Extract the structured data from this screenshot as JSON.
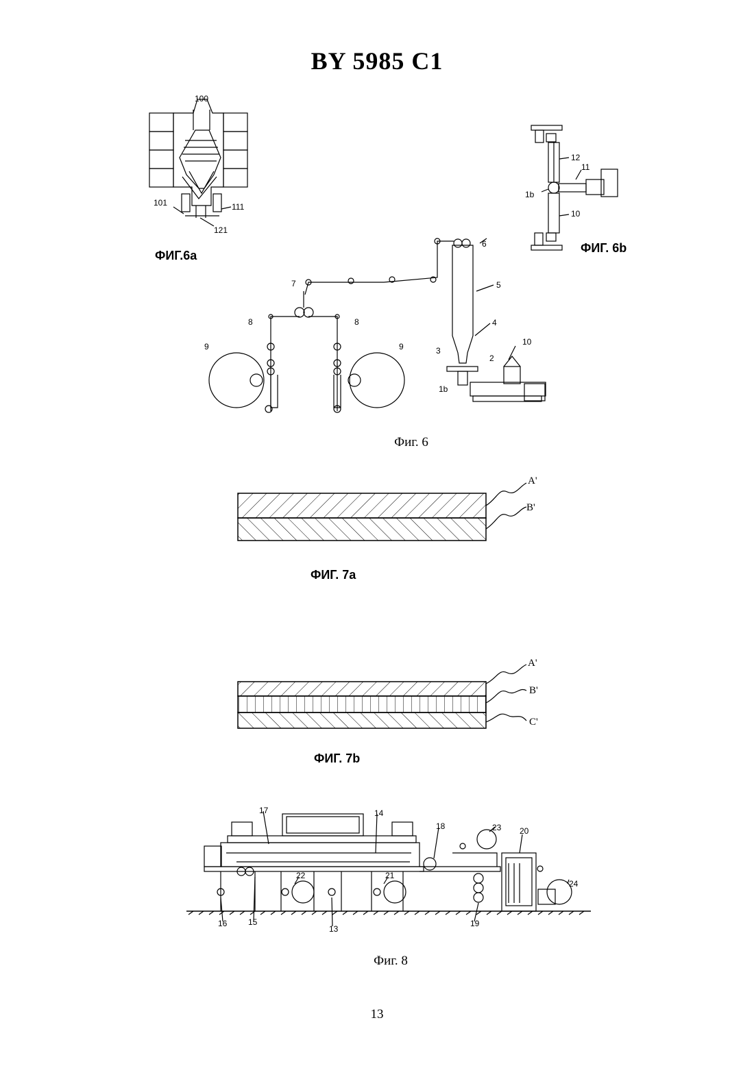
{
  "header": {
    "doc_id": "BY 5985 C1"
  },
  "figures": {
    "fig6a": {
      "caption": "ФИГ.6a",
      "labels": {
        "l100": "100",
        "l101": "101",
        "l111": "111",
        "l121": "121"
      }
    },
    "fig6b": {
      "caption": "ФИГ. 6b",
      "labels": {
        "l12": "12",
        "l11": "11",
        "l1b": "1b",
        "l10": "10"
      }
    },
    "fig6": {
      "caption": "Фиг. 6",
      "labels": {
        "l6": "6",
        "l5": "5",
        "l4": "4",
        "l7": "7",
        "l8a": "8",
        "l8b": "8",
        "l9a": "9",
        "l9b": "9",
        "l10": "10",
        "l3": "3",
        "l2": "2",
        "l1b": "1b"
      }
    },
    "fig7a": {
      "caption": "ФИГ. 7a",
      "labels": {
        "a": "A'",
        "b": "B'"
      }
    },
    "fig7b": {
      "caption": "ФИГ. 7b",
      "labels": {
        "a": "A'",
        "b": "B'",
        "c": "C'"
      }
    },
    "fig8": {
      "caption": "Фиг. 8",
      "labels": {
        "l17": "17",
        "l14": "14",
        "l18": "18",
        "l23": "23",
        "l20": "20",
        "l22": "22",
        "l21": "21",
        "l24": "24",
        "l16": "16",
        "l15": "15",
        "l13": "13",
        "l19": "19"
      }
    }
  },
  "page_number": "13"
}
